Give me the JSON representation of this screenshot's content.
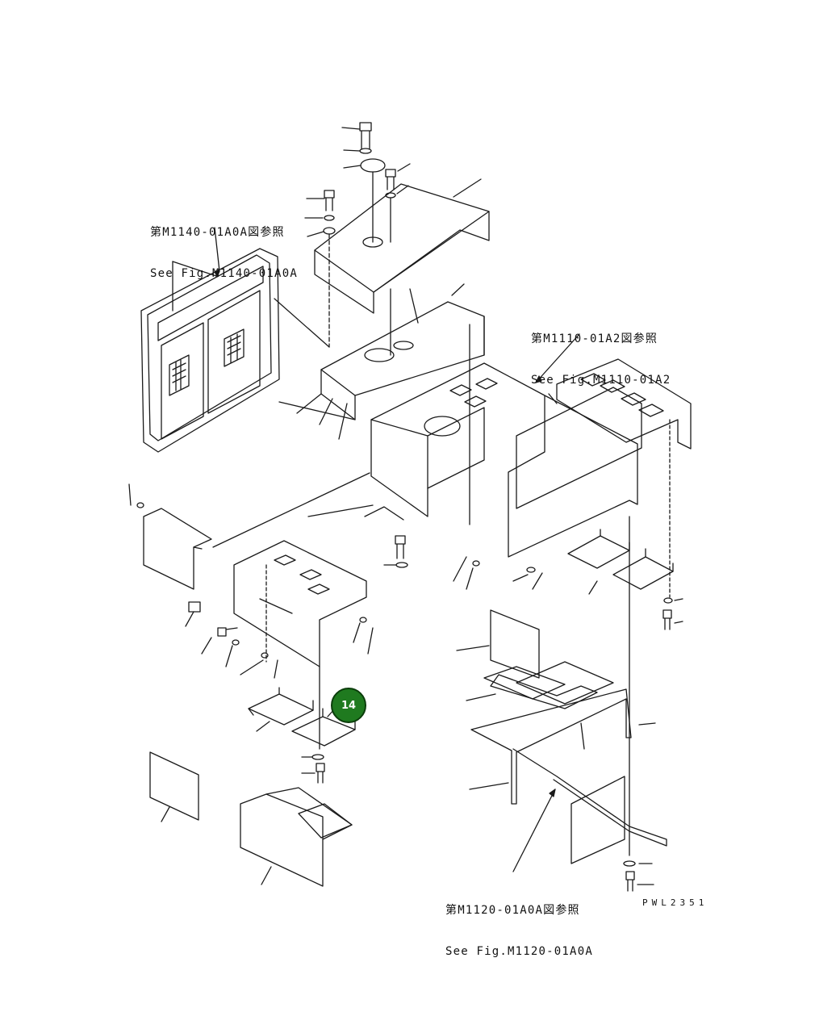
{
  "references": [
    {
      "id": "m1140",
      "line1": "第M1140-01A0A図参照",
      "line2": "See Fig.M1140-01A0A"
    },
    {
      "id": "m1110",
      "line1": "第M1110-01A2図参照",
      "line2": "See Fig.M1110-01A2"
    },
    {
      "id": "m1120",
      "line1": "第M1120-01A0A図参照",
      "line2": "See Fig.M1120-01A0A"
    }
  ],
  "callout": {
    "number": "14",
    "color": "#1f7a1f"
  },
  "drawing_code": "PWL2351",
  "stroke_color": "#1a1a1a"
}
